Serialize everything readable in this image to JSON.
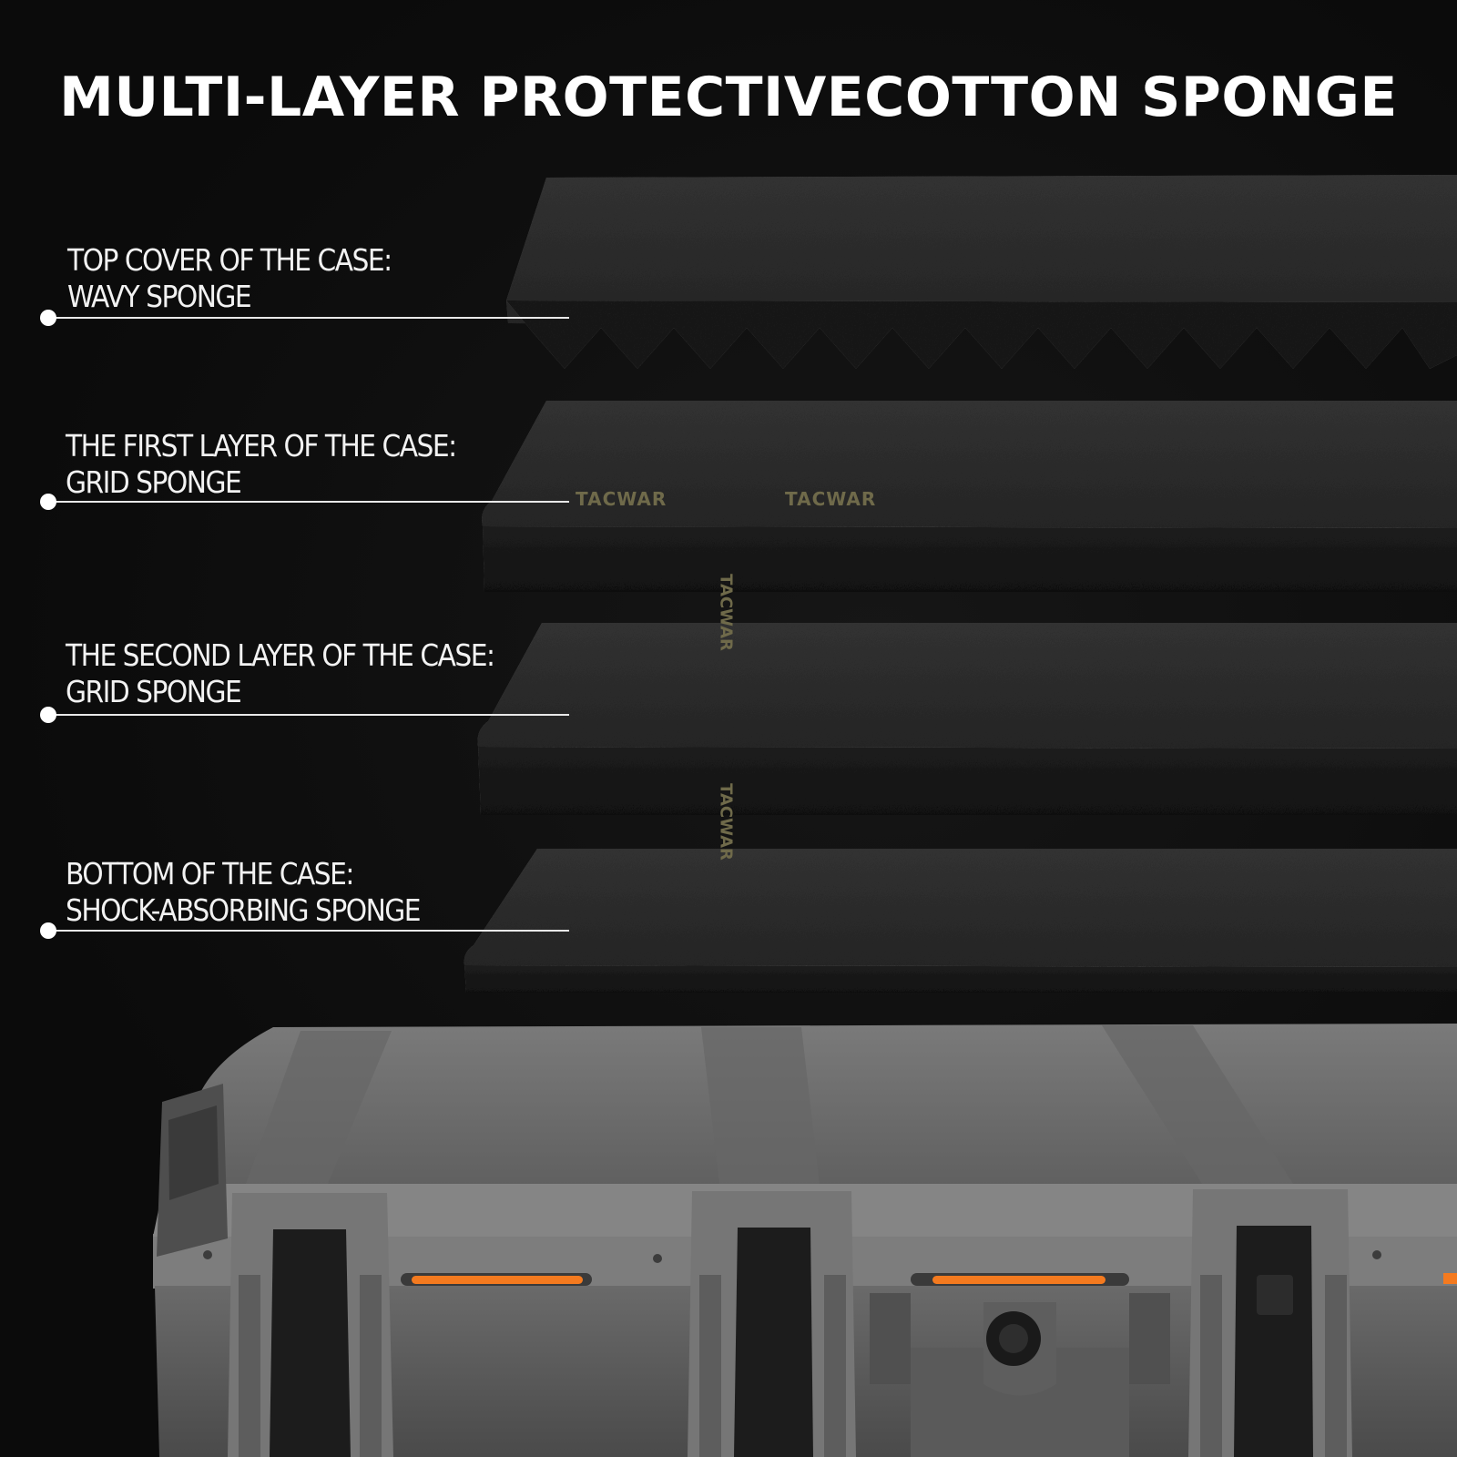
{
  "headline": "MULTI-LAYER PROTECTIVECOTTON SPONGE",
  "layers": [
    {
      "line1": "TOP COVER OF THE CASE:",
      "line2": "WAVY SPONGE"
    },
    {
      "line1": "THE FIRST LAYER OF THE CASE:",
      "line2": "GRID SPONGE"
    },
    {
      "line1": "THE SECOND LAYER OF THE CASE:",
      "line2": "GRID SPONGE"
    },
    {
      "line1": "BOTTOM OF THE CASE:",
      "line2": "SHOCK-ABSORBING SPONGE"
    }
  ],
  "brand_marks": [
    "TACWAR",
    "TACWAR",
    "TACWAR",
    "TACWAR"
  ],
  "colors": {
    "background": "#0d0d0d",
    "text": "#ffffff",
    "foam": "#2a2a2a",
    "case_shell": "#6f6f6f",
    "latch_accent": "#f47a1f",
    "brand_mark": "#6f6a4a"
  }
}
